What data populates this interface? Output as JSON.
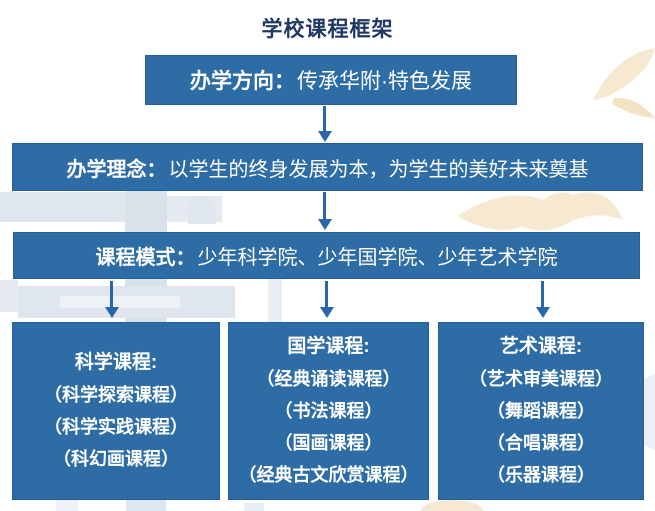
{
  "title": "学校课程框架",
  "flow": {
    "direction": {
      "label": "办学方向：",
      "text": "传承华附·特色发展"
    },
    "philosophy": {
      "label": "办学理念：",
      "text": "以学生的终身发展为本，为学生的美好未来奠基"
    },
    "model": {
      "label": "课程模式：",
      "text": "少年科学院、少年国学院、少年艺术学院"
    }
  },
  "columns": [
    {
      "heading": "科学课程:",
      "items": [
        "（科学探索课程）",
        "（科学实践课程）",
        "（科幻画课程）"
      ]
    },
    {
      "heading": "国学课程:",
      "items": [
        "（经典诵读课程）",
        "（书法课程）",
        "（国画课程）",
        "（经典古文欣赏课程）"
      ]
    },
    {
      "heading": "艺术课程:",
      "items": [
        "（艺术审美课程）",
        "（舞蹈课程）",
        "（合唱课程）",
        "（乐器课程）"
      ]
    }
  ],
  "colors": {
    "box_blue": "#2d6ca4",
    "arrow_blue": "#2766a8",
    "title_navy": "#1f3864",
    "watermark_gray": "#dfe6ed",
    "watermark_tan": "#f6e8d1"
  }
}
